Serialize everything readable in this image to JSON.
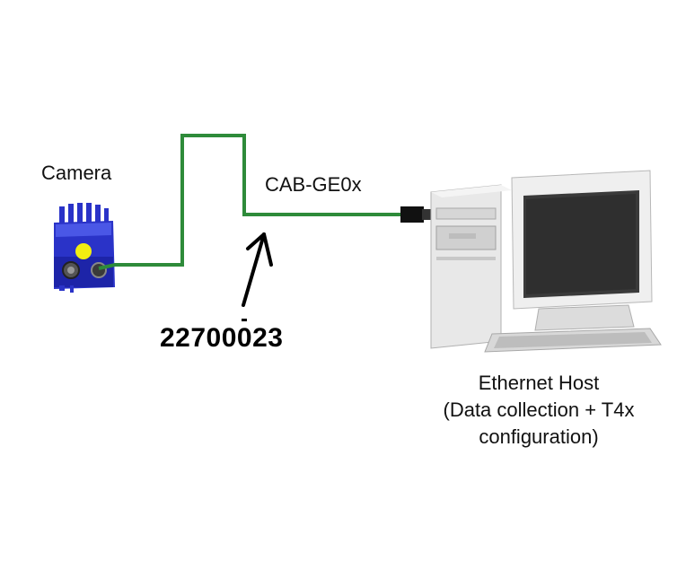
{
  "camera": {
    "label": "Camera",
    "icon": "camera-icon"
  },
  "cable": {
    "label": "CAB-GE0x",
    "color": "#2e8b3a",
    "connector_icon": "ethernet-connector-icon"
  },
  "part_number": "22700023",
  "host": {
    "title": "Ethernet Host",
    "line2": "(Data collection + T4x",
    "line3": "configuration)",
    "icon": "desktop-computer-icon"
  },
  "colors": {
    "camera_body": "#2a33c8",
    "camera_indicator": "#f2ee11",
    "cable": "#2e8b3a",
    "arrow": "#000000"
  }
}
